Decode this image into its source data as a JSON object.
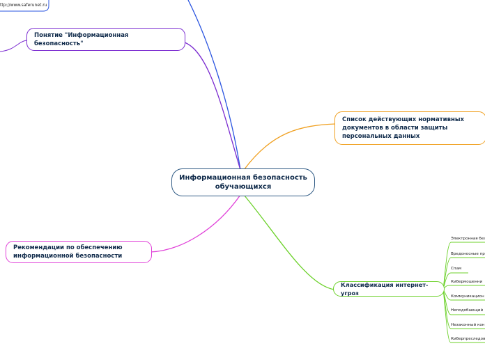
{
  "center": {
    "label": "Информационная безопасность обучающихся"
  },
  "branches": {
    "concept": "Понятие \"Информационная безопасность\"",
    "laws": "Список действующих нормативных документов в области защиты персональных данных",
    "recommendations": "Рекомендации по обеспечению информационной безопасности",
    "classification": "Классификация интернет-угроз"
  },
  "top_link": "ttp://www.saferunet.ru",
  "threats": [
    "Электронная без",
    "Вредоносные пр",
    "Спам",
    "Кибермошенни",
    "Коммуникацион",
    "Неподобающий",
    "Незаконный кон",
    "Киберпреследов"
  ],
  "colors": {
    "center_border": "#2f5a84",
    "concept": "#7a2ad0",
    "top_line": "#2a54e0",
    "laws": "#f0a020",
    "recommendations": "#e040d8",
    "classification": "#6cd12a"
  }
}
